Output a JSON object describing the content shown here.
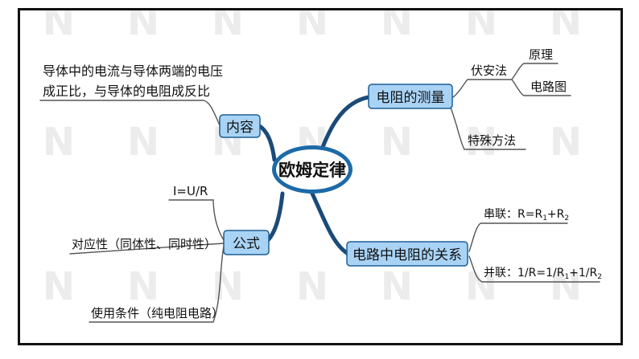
{
  "center": "欧姆定律",
  "left_branches": {
    "content": {
      "label": "内容",
      "text_line1": "导体中的电流与导体两端的电压",
      "text_line2": "成正比，与导体的电阻成反比"
    },
    "formula": {
      "label": "公式",
      "children": [
        "I=U/R",
        "对应性（同体性、同时性）",
        "使用条件（纯电阻电路）"
      ]
    }
  },
  "right_branches": {
    "measure": {
      "label": "电阻的测量",
      "sub": "伏安法",
      "sub_children": [
        "原理",
        "电路图"
      ],
      "special": "特殊方法"
    },
    "relation": {
      "label": "电路中电阻的关系",
      "series": "串联：R=R1+R2",
      "parallel": "并联：1/R=1/R1+1/R2"
    }
  },
  "colors": {
    "node_fill": "#a9d3f5",
    "node_border": "#1d5f93",
    "branch": "#1b4a78",
    "center_border": "#1d6aa8",
    "line_gray": "#555555",
    "watermark": "#e8e8e8"
  },
  "watermark_letter": "N"
}
